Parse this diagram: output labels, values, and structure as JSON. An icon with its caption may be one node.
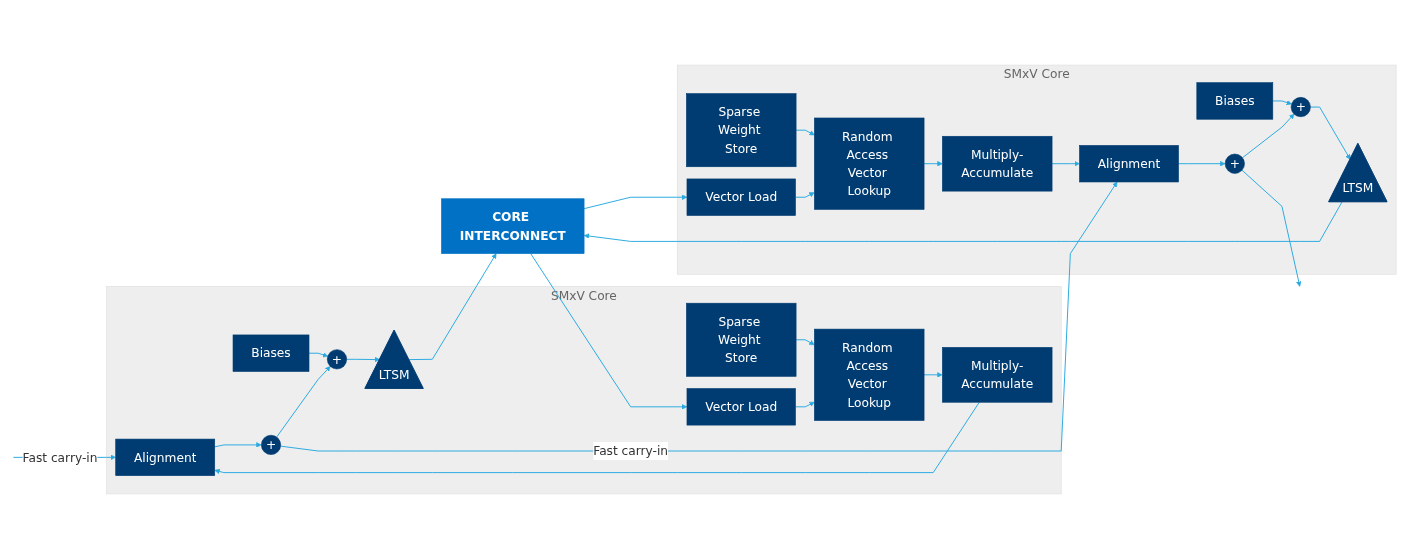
{
  "diagram": {
    "nodes": [
      {
        "text": [
          "CORE INTERCONNECT"
        ]
      },
      {
        "text": [
          "SMxV Core"
        ]
      },
      {
        "text": [
          "Sparse Weight Store"
        ],
        "in": 1
      },
      {
        "text": [
          "Vector Load"
        ],
        "in": 1
      },
      {
        "text": [
          "LTSM"
        ],
        "in": 1
      },
      {
        "text": [
          "Biases"
        ],
        "in": 1
      },
      {
        "text": [
          "Random Access Vector Lookup"
        ],
        "in": 1
      },
      {
        "text": [
          "+"
        ],
        "in": 1
      },
      {
        "text": [
          "Multiply-Accumulate"
        ],
        "in": 1
      },
      {
        "text": [
          "Alignment"
        ],
        "in": 1
      },
      {
        "text": [
          "+"
        ],
        "in": 1
      },
      {
        "text": [
          "SMxV Core"
        ]
      },
      {
        "text": [
          "Sparse Weight Store"
        ],
        "in": 11
      },
      {
        "text": [
          "Vector Load"
        ],
        "in": 11
      },
      {
        "text": [
          "LTSM"
        ],
        "in": 11
      },
      {
        "text": [
          "Biases"
        ],
        "in": 11
      },
      {
        "text": [
          "Random Access Vector Lookup"
        ],
        "in": 11
      },
      {
        "text": [
          "+"
        ],
        "in": 11
      },
      {
        "text": [
          "Multiply-Accumulate"
        ],
        "in": 11
      },
      {
        "text": [
          "Alignment"
        ],
        "in": 11
      },
      {
        "text": [
          "+"
        ],
        "in": 11
      }
    ],
    "edges": [
      {
        "from": 0,
        "to": 3,
        "arrow": "to"
      },
      {
        "from": 4,
        "to": 0,
        "arrow": "to"
      },
      {
        "from": 2,
        "to": 6,
        "arrow": "to"
      },
      {
        "from": 3,
        "to": 6,
        "arrow": "to"
      },
      {
        "from": 6,
        "to": 8,
        "arrow": "to"
      },
      {
        "from": 8,
        "to": 9,
        "arrow": "to"
      },
      {
        "from": null,
        "to": 9,
        "arrow": "to",
        "label": "Fast carry-in"
      },
      {
        "from": 9,
        "to": 10,
        "arrow": "to"
      },
      {
        "from": 10,
        "to": 7,
        "arrow": "to"
      },
      {
        "from": 5,
        "to": 7,
        "arrow": "to"
      },
      {
        "from": 7,
        "to": 4,
        "arrow": "to"
      },
      {
        "from": 0,
        "to": 13,
        "arrow": "to"
      },
      {
        "from": 14,
        "to": 0,
        "arrow": "to"
      },
      {
        "from": 12,
        "to": 16,
        "arrow": "to"
      },
      {
        "from": 13,
        "to": 16,
        "arrow": "to"
      },
      {
        "from": 16,
        "to": 18,
        "arrow": "to"
      },
      {
        "from": 18,
        "to": 19,
        "arrow": "to"
      },
      {
        "from": 10,
        "to": 19,
        "arrow": "to",
        "label": "Fast carry-in"
      },
      {
        "from": 19,
        "to": 20,
        "arrow": "to"
      },
      {
        "from": 20,
        "to": 17,
        "arrow": "to"
      },
      {
        "from": 15,
        "to": 17,
        "arrow": "to"
      },
      {
        "from": 17,
        "to": 14,
        "arrow": "to"
      },
      {
        "from": 20,
        "to": null,
        "arrow": "to"
      }
    ]
  }
}
